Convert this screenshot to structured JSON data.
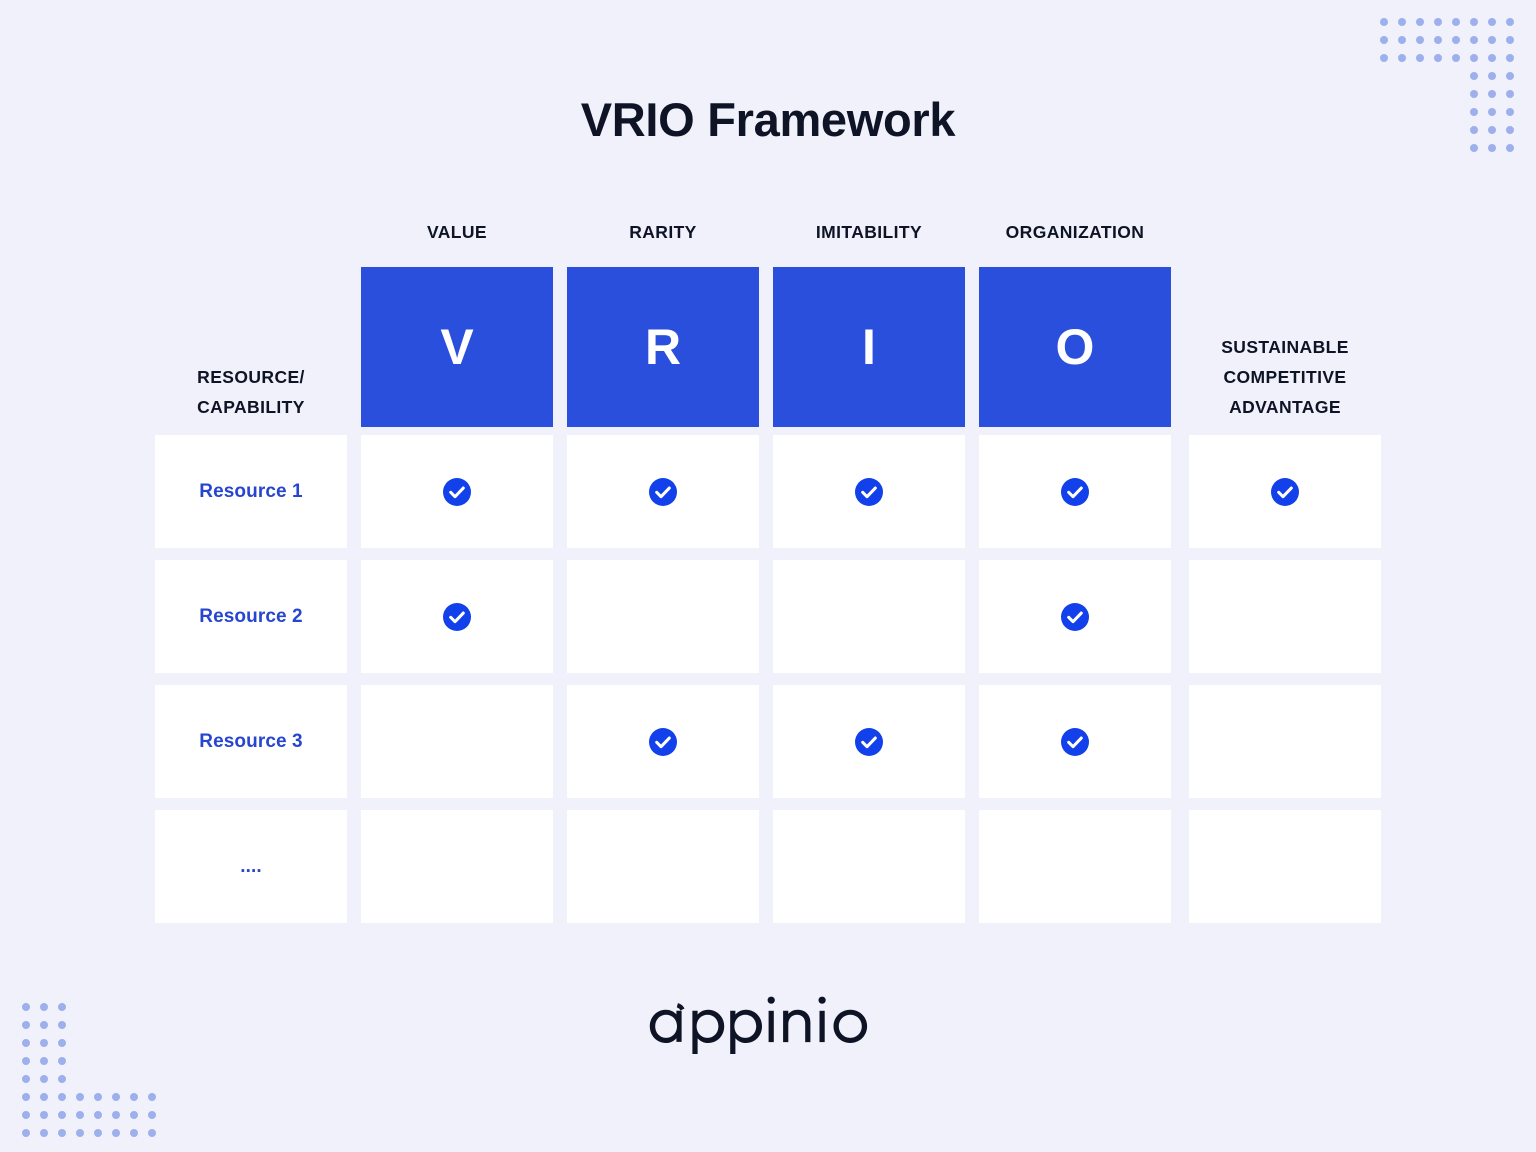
{
  "page": {
    "title": "VRIO Framework",
    "background_color": "#f0f1fa",
    "accent_blue": "#2b4fdd",
    "check_blue": "#1240ea",
    "label_blue": "#2746cf",
    "text_dark": "#0e1326",
    "dot_color": "#9eb0ec"
  },
  "brand": {
    "logo_text": "appinio"
  },
  "matrix": {
    "row_header_label_line1": "RESOURCE/",
    "row_header_label_line2": "CAPABILITY",
    "outcome_header_line1": "SUSTAINABLE",
    "outcome_header_line2": "COMPETITIVE",
    "outcome_header_line3": "ADVANTAGE",
    "columns": [
      {
        "caption": "VALUE",
        "letter": "V"
      },
      {
        "caption": "RARITY",
        "letter": "R"
      },
      {
        "caption": "IMITABILITY",
        "letter": "I"
      },
      {
        "caption": "ORGANIZATION",
        "letter": "O"
      }
    ],
    "rows": [
      {
        "label": "Resource 1",
        "value": true,
        "rarity": true,
        "imitability": true,
        "organization": true,
        "advantage": true
      },
      {
        "label": "Resource 2",
        "value": true,
        "rarity": false,
        "imitability": false,
        "organization": true,
        "advantage": false
      },
      {
        "label": "Resource 3",
        "value": false,
        "rarity": true,
        "imitability": true,
        "organization": true,
        "advantage": false
      },
      {
        "label": "....",
        "value": false,
        "rarity": false,
        "imitability": false,
        "organization": false,
        "advantage": false
      }
    ]
  }
}
